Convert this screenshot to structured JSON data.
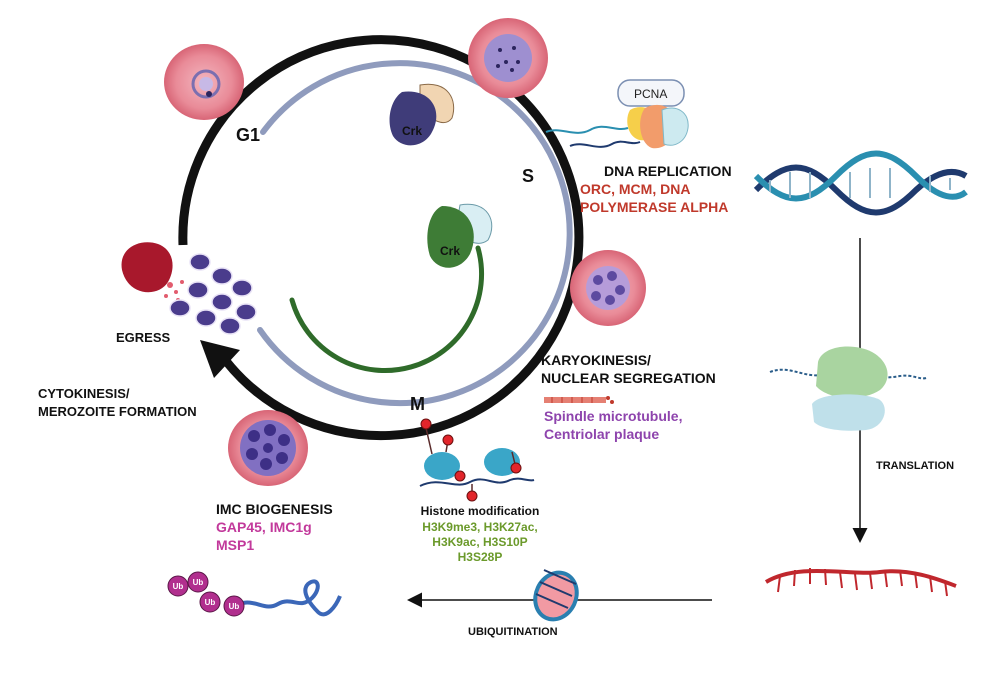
{
  "phases": {
    "g1": "G1",
    "s": "S",
    "m": "M"
  },
  "kinases": {
    "outer": "Crk",
    "inner": "Crk"
  },
  "replication": {
    "pcna": "PCNA",
    "title": "DNA REPLICATION",
    "factors": [
      "ORC, MCM, DNA",
      "POLYMERASE ALPHA"
    ]
  },
  "karyokinesis": {
    "title": [
      "KARYOKINESIS/",
      "NUCLEAR SEGREGATION"
    ],
    "factors": [
      "Spindle microtubule,",
      "Centriolar plaque"
    ]
  },
  "egress": {
    "title": "EGRESS"
  },
  "cytokinesis": {
    "title": [
      "CYTOKINESIS/",
      "MEROZOITE FORMATION"
    ]
  },
  "imc": {
    "title": "IMC BIOGENESIS",
    "factors": [
      "GAP45, IMC1g",
      "MSP1"
    ]
  },
  "histone": {
    "title": "Histone modification",
    "marks": [
      "H3K9me3, H3K27ac,",
      "H3K9ac, H3S10P",
      "H3S28P"
    ]
  },
  "translation": {
    "title": "TRANSLATION"
  },
  "ubiquitination": {
    "title": "UBIQUITINATION",
    "ub_labels": [
      "Ub",
      "Ub",
      "Ub",
      "Ub"
    ]
  },
  "colors": {
    "cycle_outer": "#111111",
    "cycle_inner": "#8f9bbd",
    "cycle_green": "#2f6b2a",
    "kinase_blue": "#3f3c79",
    "kinase_green": "#3e7c36",
    "red_text": "#c0392b",
    "purple_text": "#8e44ad",
    "magenta_text": "#c2399b",
    "green_text": "#6b9a2b",
    "dna_dark": "#1f3a6e",
    "dna_teal": "#2a8fb0",
    "mrna": "#c0272d",
    "ub_purple": "#b12f8e"
  }
}
